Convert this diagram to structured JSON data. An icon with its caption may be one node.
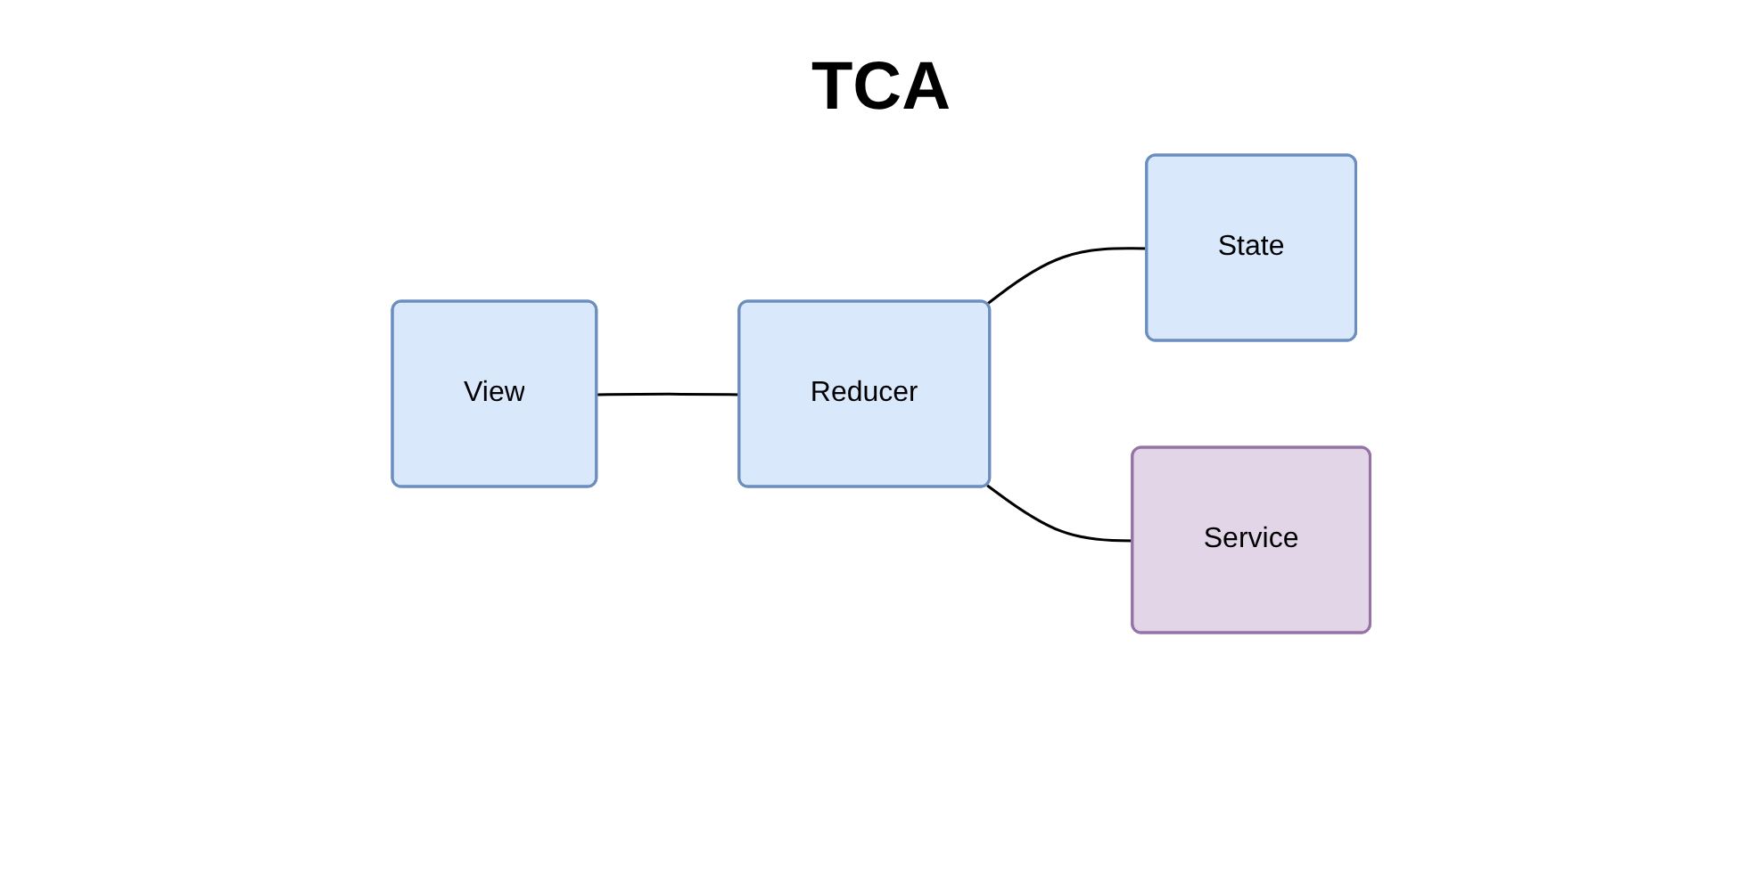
{
  "diagram": {
    "title": "TCA",
    "nodes": [
      {
        "text": [
          "View"
        ]
      },
      {
        "text": [
          "Reducer"
        ]
      },
      {
        "text": [
          "State"
        ]
      },
      {
        "text": [
          "Service"
        ]
      }
    ],
    "edges": [
      {
        "from": 0,
        "to": 1,
        "arrow": "none"
      },
      {
        "from": 1,
        "to": 2,
        "arrow": "none"
      },
      {
        "from": 1,
        "to": 3,
        "arrow": "none"
      }
    ]
  }
}
